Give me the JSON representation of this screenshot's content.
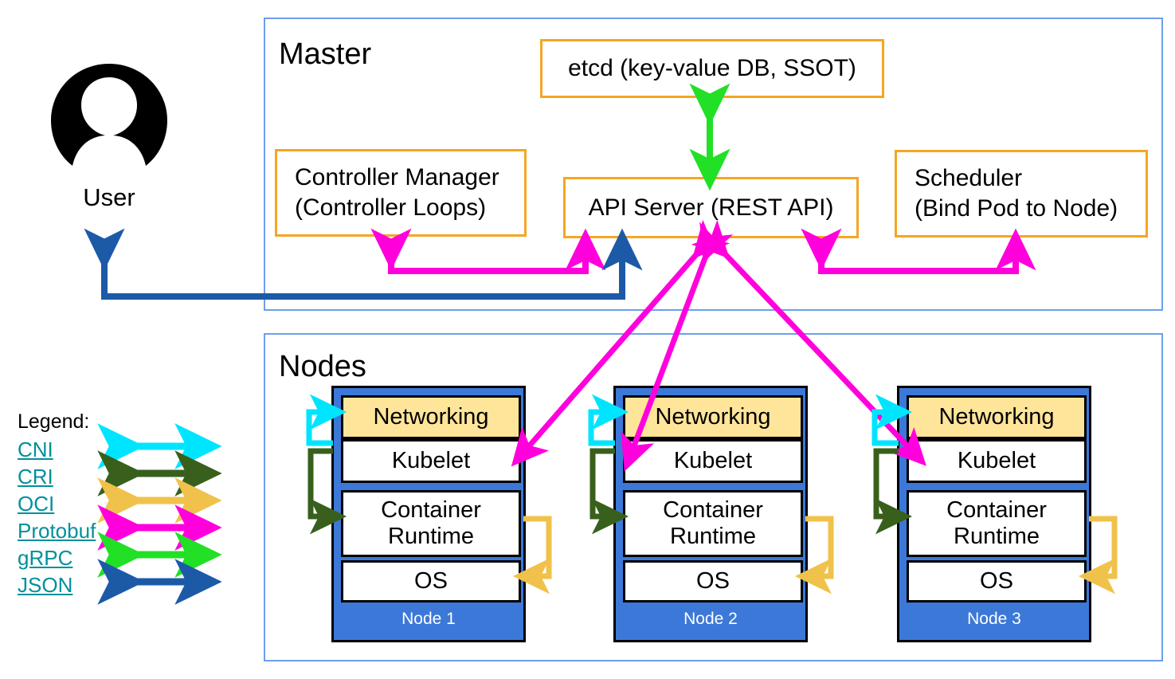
{
  "diagram": {
    "title_master": "Master",
    "title_nodes": "Nodes"
  },
  "user": {
    "label": "User",
    "icon": "user-avatar-icon"
  },
  "master": {
    "label": "Master",
    "components": [
      {
        "id": "etcd",
        "label": "etcd (key-value DB, SSOT)"
      },
      {
        "id": "controller-manager",
        "label": "Controller Manager\n(Controller Loops)"
      },
      {
        "id": "api-server",
        "label": "API Server (REST API)"
      },
      {
        "id": "scheduler",
        "label": "Scheduler\n(Bind Pod to Node)"
      }
    ]
  },
  "nodes": {
    "label": "Nodes",
    "layers": [
      "Networking",
      "Kubelet",
      "Container\nRuntime",
      "OS"
    ],
    "items": [
      {
        "name": "Node 1"
      },
      {
        "name": "Node 2"
      },
      {
        "name": "Node 3"
      }
    ]
  },
  "legend": {
    "title": "Legend:",
    "items": [
      {
        "label": "CNI",
        "color": "#00e5ff"
      },
      {
        "label": "CRI",
        "color": "#38601c"
      },
      {
        "label": "OCI",
        "color": "#f0c24b"
      },
      {
        "label": "Protobuf",
        "color": "#ff00dd"
      },
      {
        "label": "gRPC",
        "color": "#21e025"
      },
      {
        "label": "JSON",
        "color": "#1c5aa8"
      }
    ]
  },
  "colors": {
    "group_border": "#6d9eeb",
    "component_border": "#f5a623",
    "node_fill": "#3c78d8",
    "networking_fill": "#ffe599",
    "cni": "#00e5ff",
    "cri": "#38601c",
    "oci": "#f0c24b",
    "protobuf": "#ff00dd",
    "grpc": "#21e025",
    "json": "#1c5aa8",
    "legend_text": "#00909a"
  }
}
